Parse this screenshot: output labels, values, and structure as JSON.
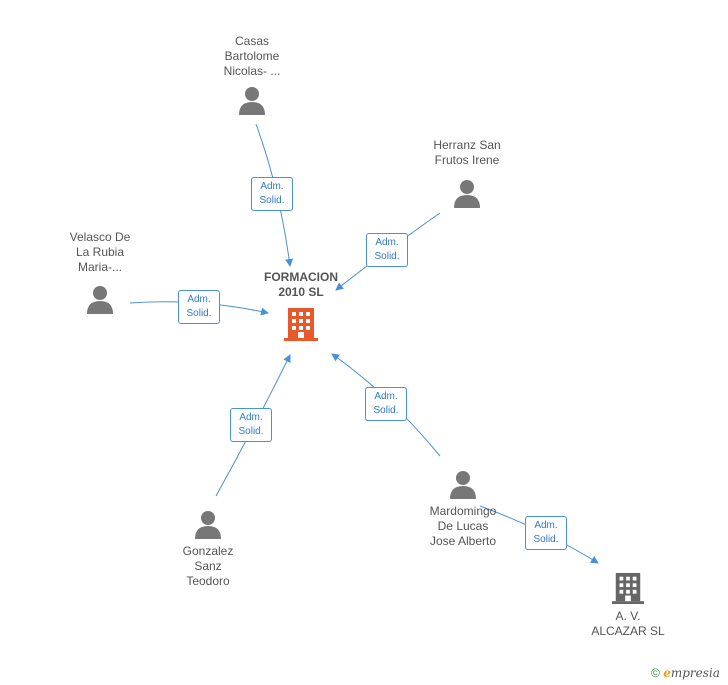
{
  "center": {
    "label": "FORMACION\n2010 SL",
    "color": "#e8582a"
  },
  "people": [
    {
      "id": "casas",
      "label": "Casas\nBartolome\nNicolas- ..."
    },
    {
      "id": "herranz",
      "label": "Herranz San\nFrutos Irene"
    },
    {
      "id": "velasco",
      "label": "Velasco De\nLa Rubia\nMaria-..."
    },
    {
      "id": "gonzalez",
      "label": "Gonzalez\nSanz\nTeodoro"
    },
    {
      "id": "mardomingo",
      "label": "Mardomingo\nDe Lucas\nJose Alberto"
    }
  ],
  "company2": {
    "label": "A. V.\nALCAZAR SL",
    "color": "#666666"
  },
  "badges": [
    {
      "line1": "Adm.",
      "line2": "Solid."
    },
    {
      "line1": "Adm.",
      "line2": "Solid."
    },
    {
      "line1": "Adm.",
      "line2": "Solid."
    },
    {
      "line1": "Adm.",
      "line2": "Solid."
    },
    {
      "line1": "Adm.",
      "line2": "Solid."
    },
    {
      "line1": "Adm.",
      "line2": "Solid."
    }
  ],
  "footer": {
    "copyright": "©",
    "brand_e": "e",
    "brand_rest": "mpresia"
  },
  "colors": {
    "edge": "#4a90d9",
    "person": "#777777"
  }
}
